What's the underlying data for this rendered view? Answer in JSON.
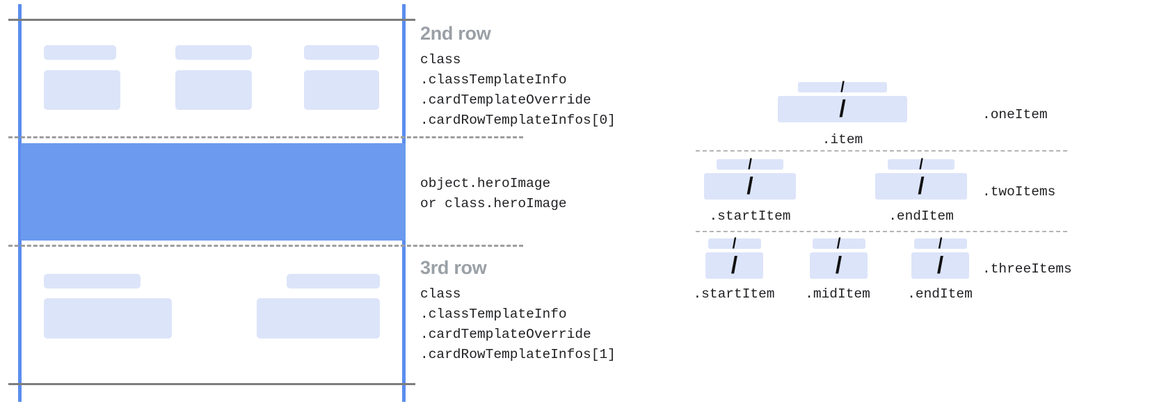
{
  "left_panel": {
    "rows": [
      {
        "title": "2nd row",
        "code": "class\n.classTemplateInfo\n.cardTemplateOverride\n.cardRowTemplateInfos[0]"
      },
      {
        "title": "",
        "code": "object.heroImage\nor class.heroImage"
      },
      {
        "title": "3rd row",
        "code": "class\n.classTemplateInfo\n.cardTemplateOverride\n.cardRowTemplateInfos[1]"
      }
    ]
  },
  "right_panel": {
    "groups": [
      {
        "name": ".oneItem",
        "captions": [
          ".item"
        ]
      },
      {
        "name": ".twoItems",
        "captions": [
          ".startItem",
          ".endItem"
        ]
      },
      {
        "name": ".threeItems",
        "captions": [
          ".startItem",
          ".midItem",
          ".endItem"
        ]
      }
    ],
    "slash_glyph": "/"
  },
  "colors": {
    "accent_blue": "#5b8def",
    "hero_blue": "#6b9aee",
    "ghost_blue": "#dce4f9",
    "rule_gray": "#7d7d7d",
    "dash_gray": "#9e9e9e",
    "title_gray": "#9aa0a6",
    "text_black": "#202124"
  }
}
